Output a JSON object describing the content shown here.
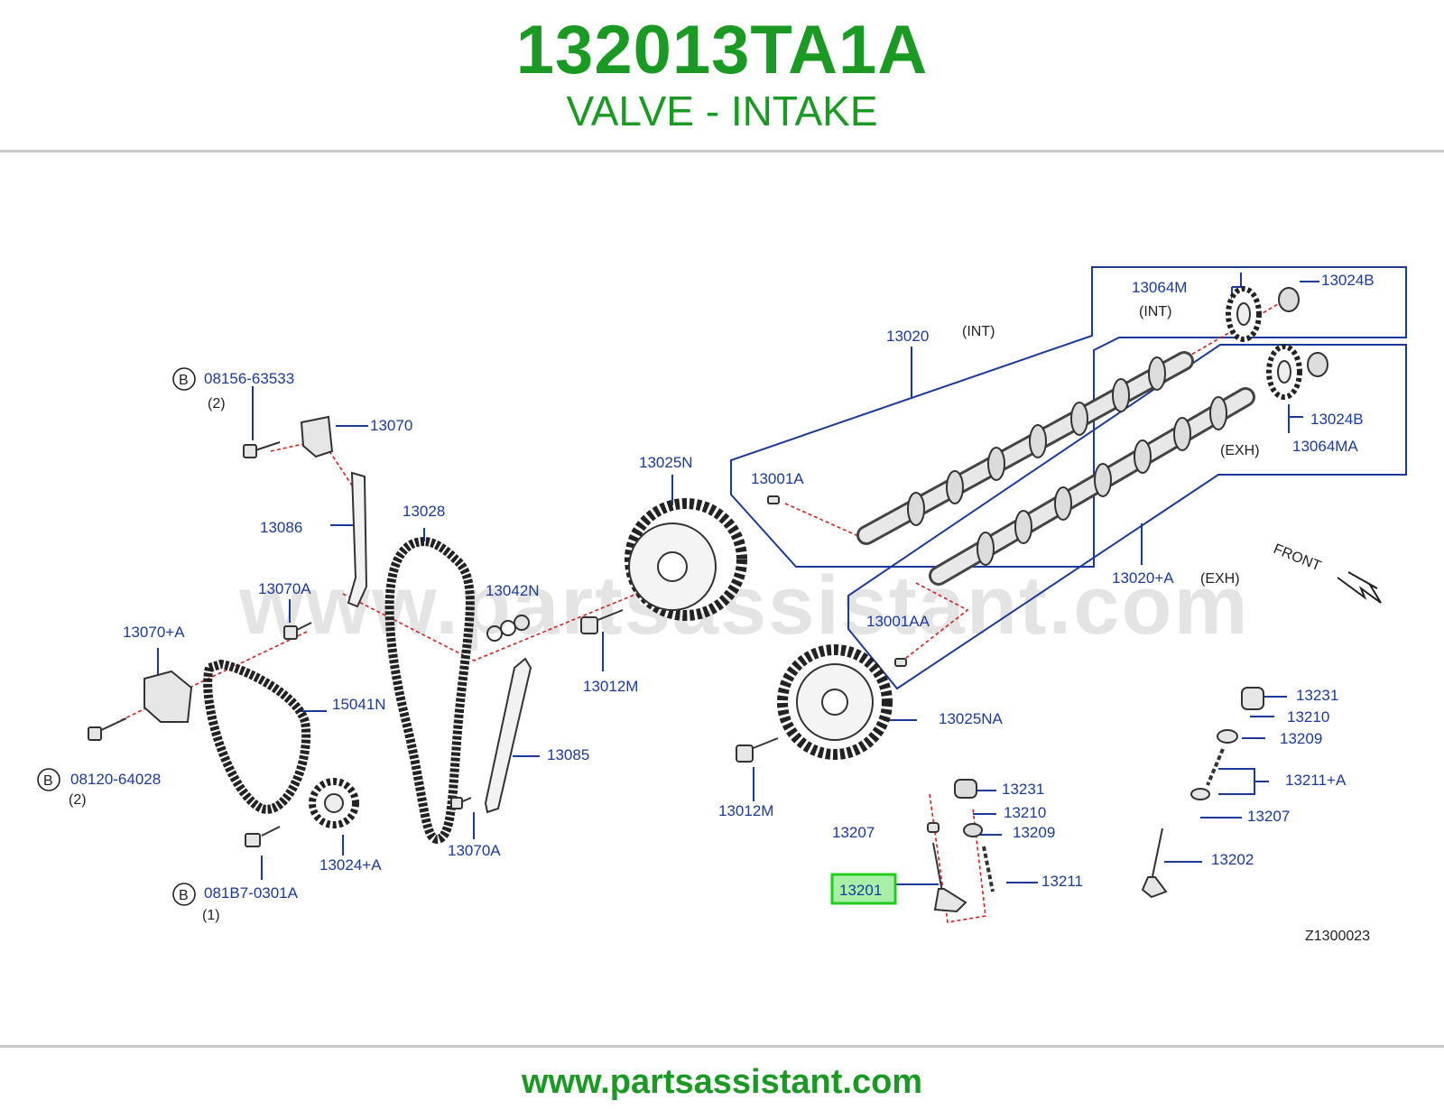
{
  "header": {
    "part_number": "132013TA1A",
    "part_name": "VALVE - INTAKE"
  },
  "watermark": "www.partsassistant.com",
  "footer": {
    "url": "www.partsassistant.com"
  },
  "colors": {
    "title": "#1a9a22",
    "callout": "#1b3a9b",
    "highlight": "#22cc22",
    "chain": "#d42020",
    "rule": "#c9c9c9"
  },
  "diagram": {
    "code": "Z1300023",
    "front": "FRONT",
    "labels": {
      "b1": "08156-63533",
      "b1q": "(2)",
      "b2": "08120-64028",
      "b2q": "(2)",
      "b3": "081B7-0301A",
      "b3q": "(1)",
      "p13070": "13070",
      "p13086": "13086",
      "p13070a_1": "13070A",
      "p13070pa": "13070+A",
      "p15041n": "15041N",
      "p13028": "13028",
      "p13042n": "13042N",
      "p13025n": "13025N",
      "p13012m_1": "13012M",
      "p13085": "13085",
      "p13070a_2": "13070A",
      "p13024pa": "13024+A",
      "p13020": "13020",
      "int_1": "(INT)",
      "p13064m": "13064M",
      "int_2": "(INT)",
      "p13024b_1": "13024B",
      "p13024b_2": "13024B",
      "p13064ma": "13064MA",
      "exh_1": "(EXH)",
      "p13001a": "13001A",
      "p13020pa": "13020+A",
      "exh_2": "(EXH)",
      "p13001aa": "13001AA",
      "p13025na": "13025NA",
      "p13012m_2": "13012M",
      "l13231": "13231",
      "l13210": "13210",
      "l13207": "13207",
      "l13209": "13209",
      "l13201": "13201",
      "l13211": "13211",
      "r13231": "13231",
      "r13210": "13210",
      "r13209": "13209",
      "r13211pa": "13211+A",
      "r13207": "13207",
      "r13202": "13202"
    }
  }
}
